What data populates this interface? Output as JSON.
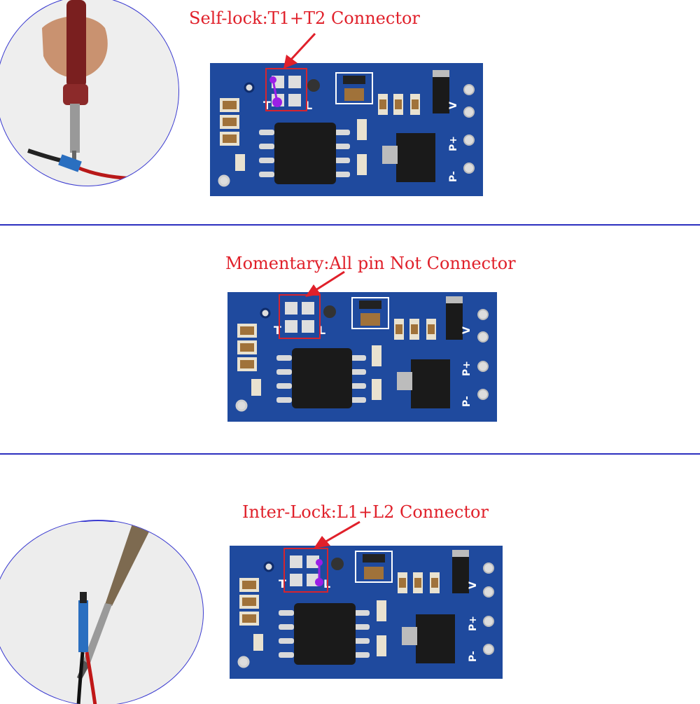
{
  "panels": [
    {
      "caption": "Self-lock:T1+T2 Connector",
      "mode": "self-lock",
      "has_photo": true,
      "jumper": "T1-T2"
    },
    {
      "caption": "Momentary:All pin Not Connector",
      "mode": "momentary",
      "has_photo": false,
      "jumper": "none"
    },
    {
      "caption": "Inter-Lock:L1+L2 Connector",
      "mode": "inter-lock",
      "has_photo": true,
      "jumper": "L1-L2"
    }
  ],
  "board": {
    "pad_labels_left": "T",
    "pad_labels_right": "L",
    "side_pins": [
      "V",
      "P+",
      "P-"
    ]
  },
  "colors": {
    "caption": "#e0202a",
    "divider": "#2c2fbf",
    "pcb": "#1f4a9e",
    "jumper": "#9a1fe6",
    "highlight_box": "#d6242e"
  }
}
